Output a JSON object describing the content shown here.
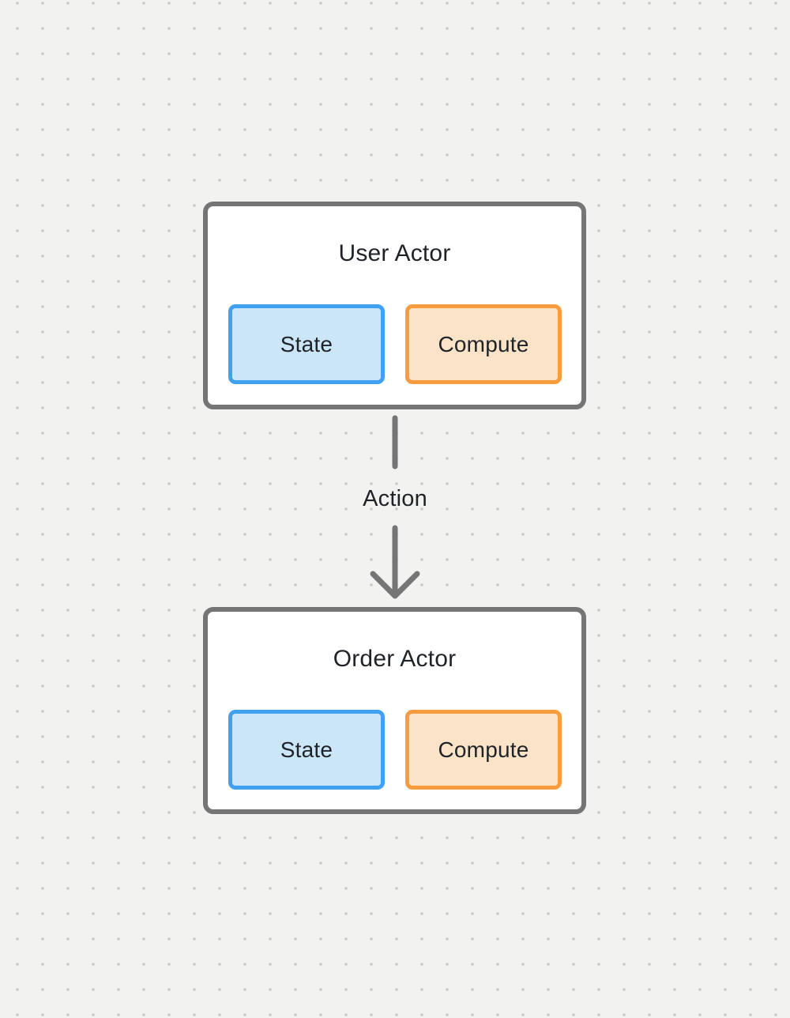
{
  "diagram": {
    "actors": [
      {
        "title": "User Actor",
        "blocks": [
          {
            "label": "State",
            "kind": "state"
          },
          {
            "label": "Compute",
            "kind": "compute"
          }
        ]
      },
      {
        "title": "Order Actor",
        "blocks": [
          {
            "label": "State",
            "kind": "state"
          },
          {
            "label": "Compute",
            "kind": "compute"
          }
        ]
      }
    ],
    "edge": {
      "label": "Action",
      "from": "User Actor",
      "to": "Order Actor"
    }
  },
  "colors": {
    "canvas-bg": "#f2f2f0",
    "grid-dot": "#c7c7c7",
    "card-border": "#757575",
    "card-bg": "#ffffff",
    "state-border": "#3fa1ef",
    "state-bg": "#cbe6f9",
    "compute-border": "#f89c3f",
    "compute-bg": "#fbe3c8",
    "arrow": "#757575",
    "text": "#1f2328"
  }
}
